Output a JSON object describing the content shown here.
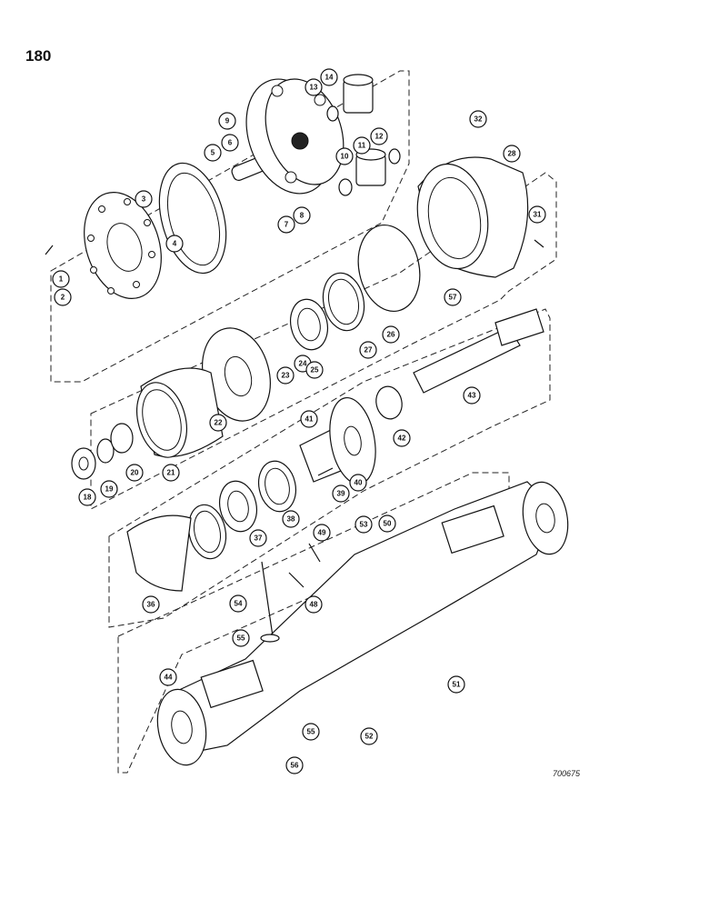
{
  "page": {
    "number": "180",
    "drawing_code": "700675"
  },
  "callouts": [
    "1",
    "2",
    "3",
    "4",
    "5",
    "6",
    "7",
    "8",
    "9",
    "10",
    "11",
    "12",
    "13",
    "14",
    "18",
    "19",
    "20",
    "21",
    "22",
    "23",
    "24",
    "25",
    "26",
    "27",
    "28",
    "31",
    "32",
    "36",
    "37",
    "38",
    "39",
    "40",
    "41",
    "42",
    "43",
    "44",
    "48",
    "49",
    "50",
    "51",
    "52",
    "53",
    "54",
    "55",
    "55",
    "56",
    "57"
  ],
  "colors": {
    "ink": "#111111",
    "paper": "#ffffff"
  }
}
